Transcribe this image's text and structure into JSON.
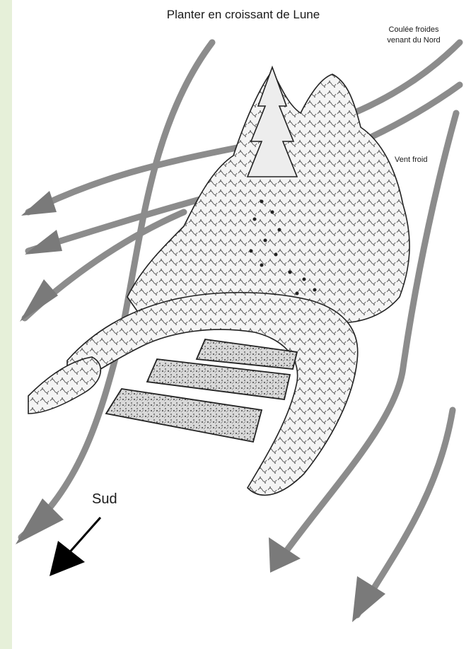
{
  "diagram": {
    "title": "Planter en croissant de Lune",
    "labels": {
      "cold_flow_line1": "Coulée froides",
      "cold_flow_line2": "venant du Nord",
      "cold_wind": "Vent froid",
      "south": "Sud"
    }
  }
}
